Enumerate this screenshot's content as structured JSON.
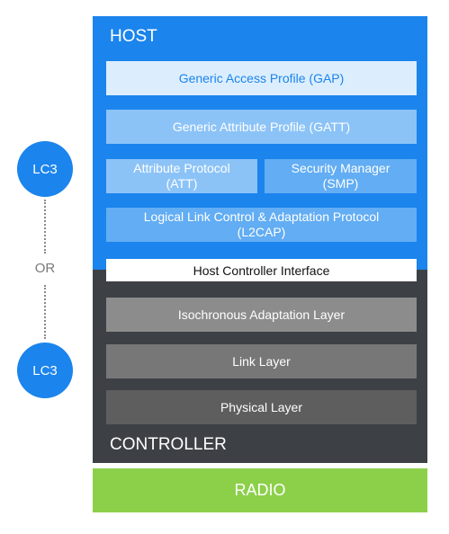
{
  "host": {
    "title": "HOST",
    "gap": "Generic Access Profile (GAP)",
    "gatt": "Generic Attribute Profile (GATT)",
    "att_line1": "Attribute Protocol",
    "att_line2": "(ATT)",
    "smp_line1": "Security Manager",
    "smp_line2": "(SMP)",
    "l2cap_line1": "Logical Link Control & Adaptation Protocol",
    "l2cap_line2": "(L2CAP)"
  },
  "hci": "Host Controller Interface",
  "controller": {
    "title": "CONTROLLER",
    "iso": "Isochronous Adaptation Layer",
    "link": "Link Layer",
    "phy": "Physical Layer"
  },
  "radio": "RADIO",
  "codec": {
    "top": "LC3",
    "or": "OR",
    "bottom": "LC3"
  },
  "colors": {
    "host_blue": "#1b84ed",
    "controller_dark": "#3d4145",
    "radio_green": "#8cd04a"
  }
}
